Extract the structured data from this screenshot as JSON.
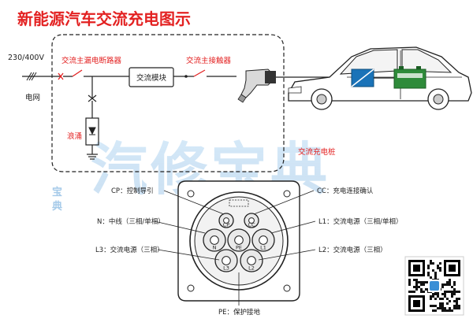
{
  "title": "新能源汽车交流充电图示",
  "colors": {
    "red": "#e32222",
    "line": "#222222",
    "module_fill": "#ffffff",
    "connector_fill": "#e9e9e9",
    "car_blue": "#1a73b8",
    "battery_green": "#2e8b3a",
    "watermark": "#7fb7e6"
  },
  "schematic": {
    "supply_voltage": "230/400V",
    "grid_label": "电网",
    "main_breaker_label": "交流主漏电断路器",
    "module_label": "交流模块",
    "contactor_label": "交流主接触器",
    "surge_label": "浪涌",
    "pile_label": "交流充电桩"
  },
  "connector": {
    "pins_left": [
      {
        "code": "CP",
        "desc": "控制导引"
      },
      {
        "code": "N",
        "desc": "中线（三相/单相）"
      },
      {
        "code": "L3",
        "desc": "交流电源（三相）"
      }
    ],
    "pins_right": [
      {
        "code": "CC",
        "desc": "充电连接确认"
      },
      {
        "code": "L1",
        "desc": "交流电源（三相/单相）"
      },
      {
        "code": "L2",
        "desc": "交流电源（三相）"
      }
    ],
    "pin_bottom": {
      "code": "PE",
      "desc": "保护接地"
    },
    "pin_numbers": [
      "CP",
      "CC",
      "N",
      "PE",
      "L1",
      "L3",
      "L2"
    ]
  },
  "watermark": {
    "text": "汽修宝典",
    "side_text": [
      "宝",
      "典"
    ]
  },
  "icons": [
    "plug-icon",
    "qr-code-icon",
    "car-icon",
    "battery-icon",
    "inverter-icon"
  ]
}
